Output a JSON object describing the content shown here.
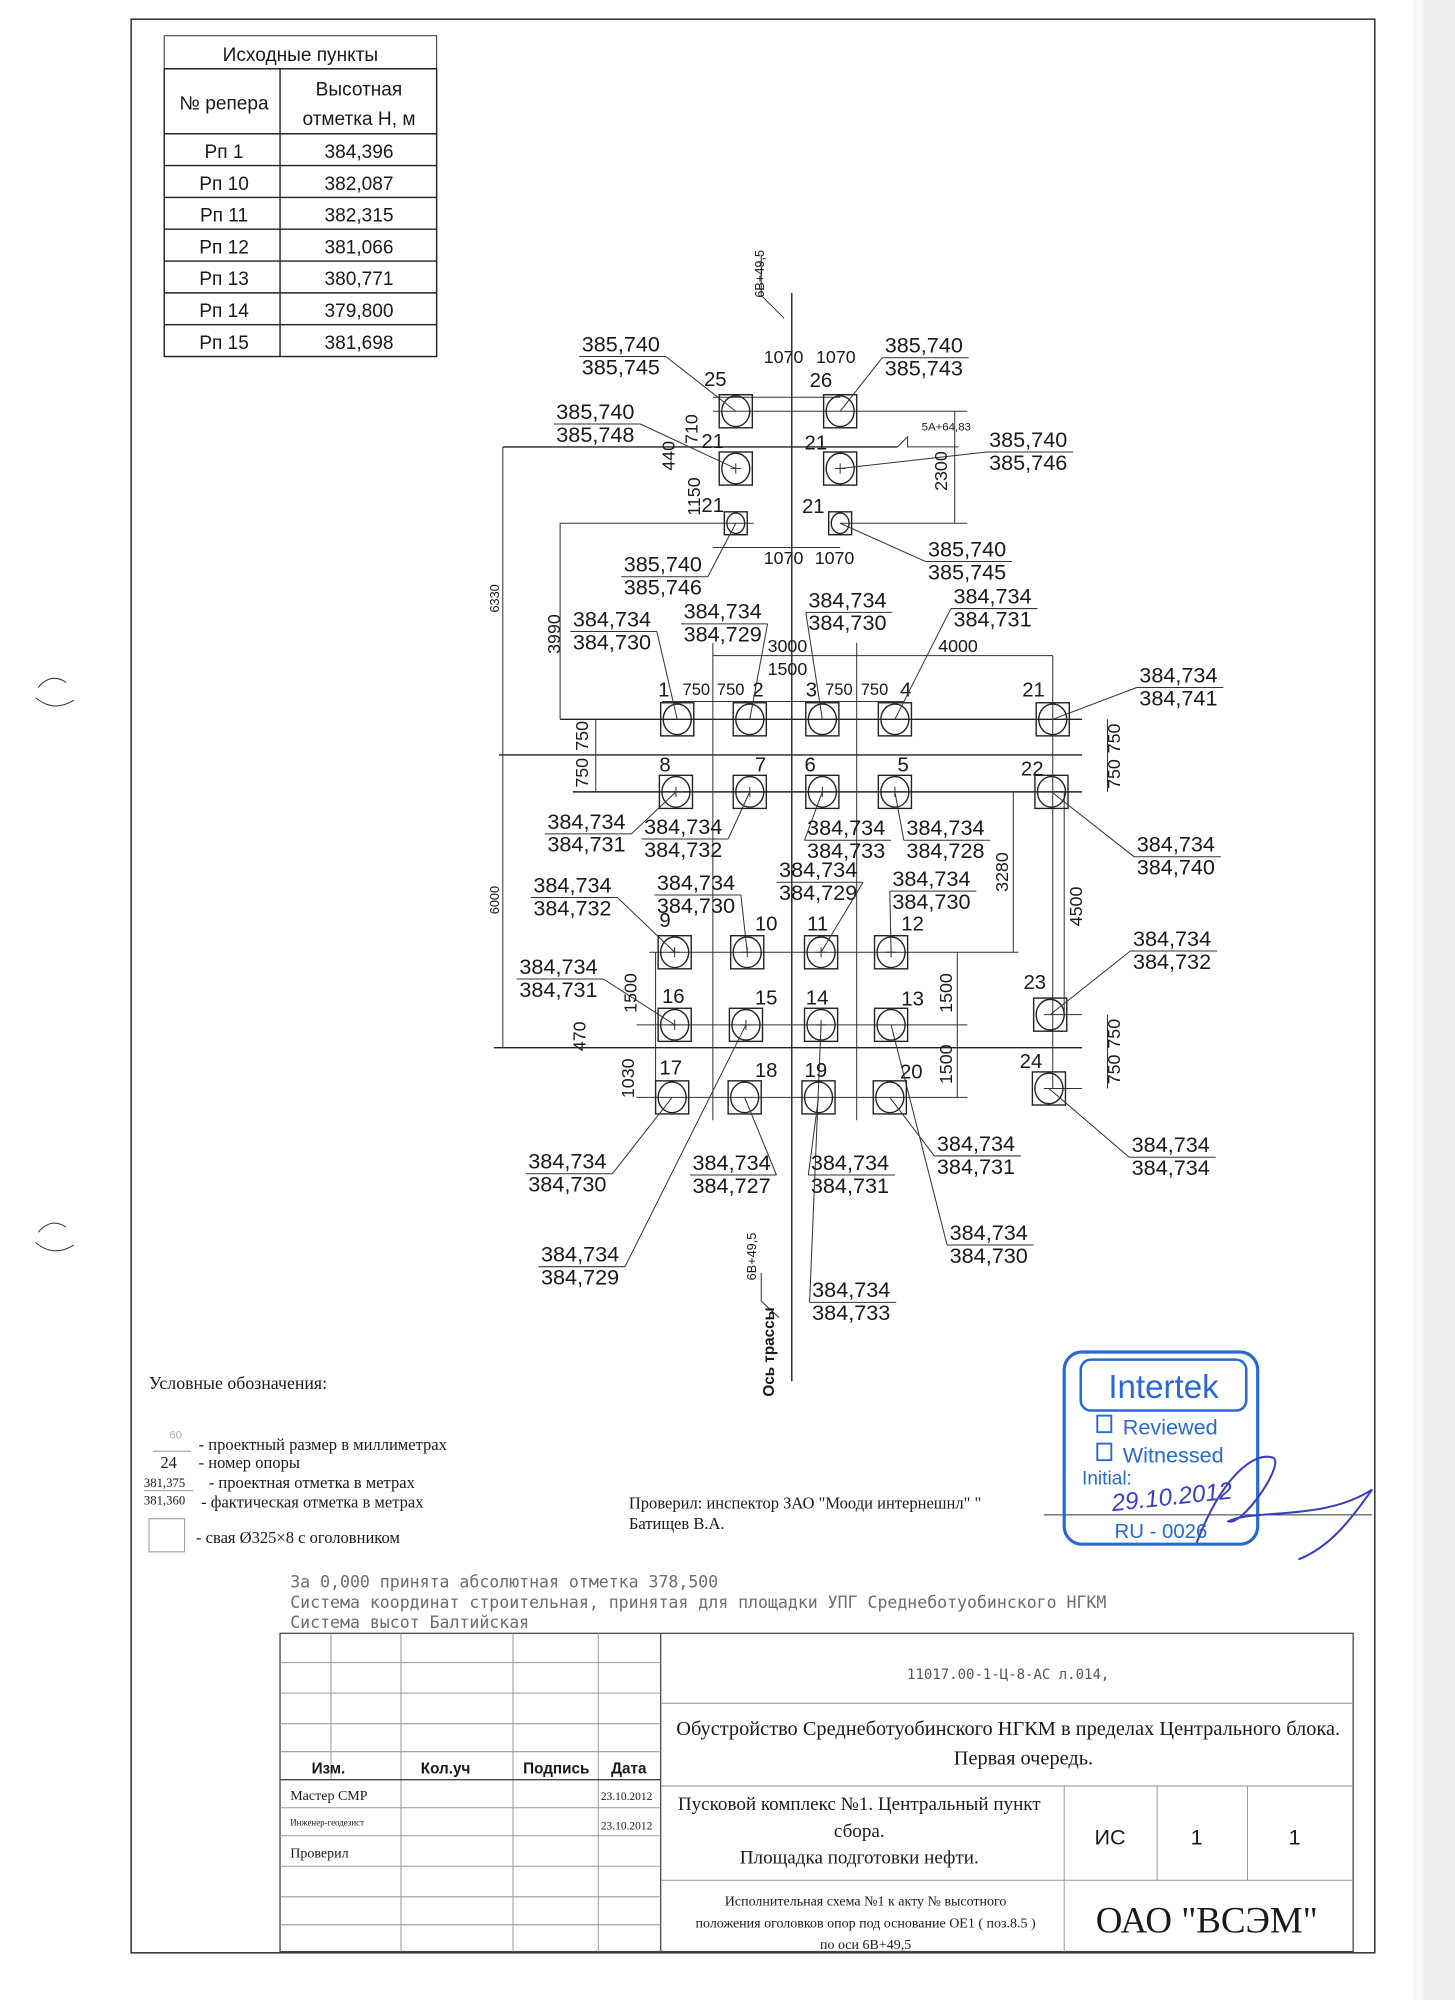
{
  "source_points": {
    "title": "Исходные пункты",
    "col1": "№ репера",
    "col2a": "Высотная",
    "col2b": "отметка Н, м",
    "rows": [
      [
        "Рп 1",
        "384,396"
      ],
      [
        "Рп 10",
        "382,087"
      ],
      [
        "Рп 11",
        "382,315"
      ],
      [
        "Рп 12",
        "381,066"
      ],
      [
        "Рп 13",
        "380,771"
      ],
      [
        "Рп 14",
        "379,800"
      ],
      [
        "Рп 15",
        "381,698"
      ]
    ]
  },
  "axis": {
    "station_top": "6В+49,5",
    "station_side": "5А+64,83",
    "station_bottom": "6В+49,5",
    "axis_label": "Ось трассы"
  },
  "piles": [
    {
      "number": "25",
      "design": "385,740",
      "actual": "385,745"
    },
    {
      "number": "26",
      "design": "385,740",
      "actual": "385,743"
    },
    {
      "number": "21",
      "design": "385,740",
      "actual": "385,748"
    },
    {
      "number": "21",
      "design": "385,740",
      "actual": "385,746"
    },
    {
      "number": "21",
      "design": "385,740",
      "actual": "385,746"
    },
    {
      "number": "21",
      "design": "385,740",
      "actual": "385,745"
    },
    {
      "number": "1",
      "design": "384,734",
      "actual": "384,730"
    },
    {
      "number": "2",
      "design": "384,734",
      "actual": "384,729"
    },
    {
      "number": "3",
      "design": "384,734",
      "actual": "384,730"
    },
    {
      "number": "4",
      "design": "384,734",
      "actual": "384,731"
    },
    {
      "number": "21",
      "design": "384,734",
      "actual": "384,741"
    },
    {
      "number": "8",
      "design": "384,734",
      "actual": "384,731"
    },
    {
      "number": "7",
      "design": "384,734",
      "actual": "384,732"
    },
    {
      "number": "6",
      "design": "384,734",
      "actual": "384,733"
    },
    {
      "number": "5",
      "design": "384,734",
      "actual": "384,728"
    },
    {
      "number": "22",
      "design": "384,734",
      "actual": "384,740"
    },
    {
      "number": "9",
      "design": "384,734",
      "actual": "384,732"
    },
    {
      "number": "10",
      "design": "384,734",
      "actual": "384,730"
    },
    {
      "number": "11",
      "design": "384,734",
      "actual": "384,729"
    },
    {
      "number": "12",
      "design": "384,734",
      "actual": "384,730"
    },
    {
      "number": "16",
      "design": "384,734",
      "actual": "384,731"
    },
    {
      "number": "15",
      "design": "384,734",
      "actual": "384,729"
    },
    {
      "number": "14",
      "design": "384,734",
      "actual": "384,733"
    },
    {
      "number": "13",
      "design": "384,734",
      "actual": "384,730"
    },
    {
      "number": "23",
      "design": "384,734",
      "actual": "384,732"
    },
    {
      "number": "17",
      "design": "384,734",
      "actual": "384,730"
    },
    {
      "number": "18",
      "design": "384,734",
      "actual": "384,727"
    },
    {
      "number": "19",
      "design": "384,734",
      "actual": "384,731"
    },
    {
      "number": "20",
      "design": "384,734",
      "actual": "384,731"
    },
    {
      "number": "24",
      "design": "384,734",
      "actual": "384,734"
    }
  ],
  "dimensions": [
    "1070",
    "1070",
    "1070",
    "1070",
    "710",
    "440",
    "1150",
    "2300",
    "6330",
    "3990",
    "3000",
    "1500",
    "4000",
    "750",
    "750",
    "750",
    "750",
    "750",
    "750",
    "750",
    "750",
    "3280",
    "4500",
    "6000",
    "1500",
    "1500",
    "470",
    "1030",
    "1500",
    "750",
    "750"
  ],
  "legend": {
    "title": "Условные обозначения:",
    "sample_dimension": "60",
    "sample_pile_number": "24",
    "sample_design": "381,375",
    "sample_actual": "381,360",
    "item_dimension": "- проектный размер в миллиметрах",
    "item_pile_number": "- номер опоры",
    "item_design": "- проектная отметка в метрах",
    "item_actual": "- фактическая отметка в метрах",
    "item_pile": "- свая Ø325×8  с оголовником"
  },
  "inspector": {
    "line1": "Проверил: инспектор ЗАО \"Мооди интернешнл\" \"",
    "line2": "Батищев В.А."
  },
  "stamp": {
    "brand": "Intertek",
    "reviewed": "Reviewed",
    "witnessed": "Witnessed",
    "initial": "Initial:",
    "date": "29.10.2012",
    "code": "RU - 0026",
    "color": "#2a6ad0"
  },
  "notes": [
    "За 0,000 принята абсолютная отметка 378,500",
    "Система координат строительная, принятая для площадки УПГ Среднеботуобинского НГКМ",
    "Система высот Балтийская"
  ],
  "title_block": {
    "doc_code": "11017.00-1-Ц-8-АС л.014,",
    "project_line1": "Обустройство Среднеботуобинского НГКМ в пределах Центрального блока.",
    "project_line2": "Первая очередь.",
    "complex_line1": "Пусковой комплекс №1. Центральный пункт",
    "complex_line2": "сбора.",
    "complex_line3": "Площадка подготовки нефти.",
    "stage": "ИС",
    "sheet": "1",
    "sheets": "1",
    "drawing_line1": "Исполнительная схема №1 к акту №   высотного",
    "drawing_line2": "положения оголовков  опор под основание ОЕ1 ( поз.8.5 )",
    "drawing_line3": "по оси 6В+49,5",
    "company": "ОАО \"ВСЭМ\"",
    "headers": {
      "change": "Изм.",
      "qty": "Кол.уч",
      "signature": "Подпись",
      "date": "Дата"
    },
    "roles": [
      {
        "role": "Мастер СМР",
        "date": "23.10.2012"
      },
      {
        "role": "Инженер-геодезист",
        "date": "23.10.2012"
      },
      {
        "role": "Проверил",
        "date": ""
      }
    ]
  }
}
